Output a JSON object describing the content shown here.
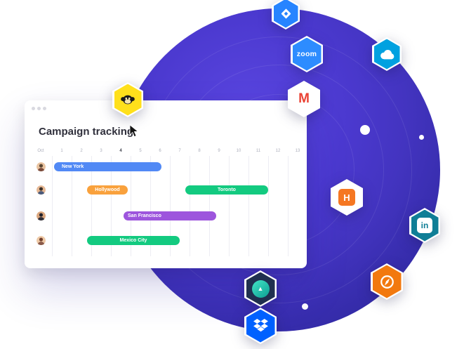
{
  "hero": {
    "circle": {
      "gradient_inner": "#5a46e0",
      "gradient_outer": "#2b2391"
    },
    "integrations": [
      {
        "id": "jira",
        "title": "Jira",
        "color": "#2684FF",
        "label": ""
      },
      {
        "id": "zoom",
        "title": "Zoom",
        "color": "#2D8CFF",
        "label": "zoom"
      },
      {
        "id": "salesforce",
        "title": "Salesforce",
        "color": "#00A1E0",
        "label": ""
      },
      {
        "id": "mailchimp",
        "title": "Mailchimp",
        "color": "#FFE01B",
        "label": ""
      },
      {
        "id": "gmail",
        "title": "Gmail",
        "color": "#EA4335",
        "label": "M"
      },
      {
        "id": "hubspot",
        "title": "HubSpot",
        "color": "#F57722",
        "label": "H"
      },
      {
        "id": "linkedin",
        "title": "LinkedIn",
        "color": "#0F7E96",
        "label": "in"
      },
      {
        "id": "compass",
        "title": "Compass",
        "color": "#F2790F",
        "label": ""
      },
      {
        "id": "teal-circle-app",
        "title": "App",
        "color": "#20304F",
        "label": "▲"
      },
      {
        "id": "dropbox",
        "title": "Dropbox",
        "color": "#0061FF",
        "label": ""
      }
    ]
  },
  "window": {
    "title": "Campaign tracking",
    "timeline": {
      "month": "Oct",
      "days": [
        "1",
        "2",
        "3",
        "4",
        "5",
        "6",
        "7",
        "8",
        "9",
        "10",
        "11",
        "12",
        "13"
      ],
      "current_day": "4",
      "rows": [
        {
          "bars": [
            {
              "label": "New York",
              "color": "#5189f5"
            }
          ]
        },
        {
          "bars": [
            {
              "label": "Hollywood",
              "color": "#f9a13c"
            },
            {
              "label": "Toronto",
              "color": "#13ca80"
            }
          ]
        },
        {
          "bars": [
            {
              "label": "San Francisco",
              "color": "#9d55dd"
            }
          ]
        },
        {
          "bars": [
            {
              "label": "Mexico City",
              "color": "#13ca80"
            }
          ]
        }
      ]
    }
  }
}
